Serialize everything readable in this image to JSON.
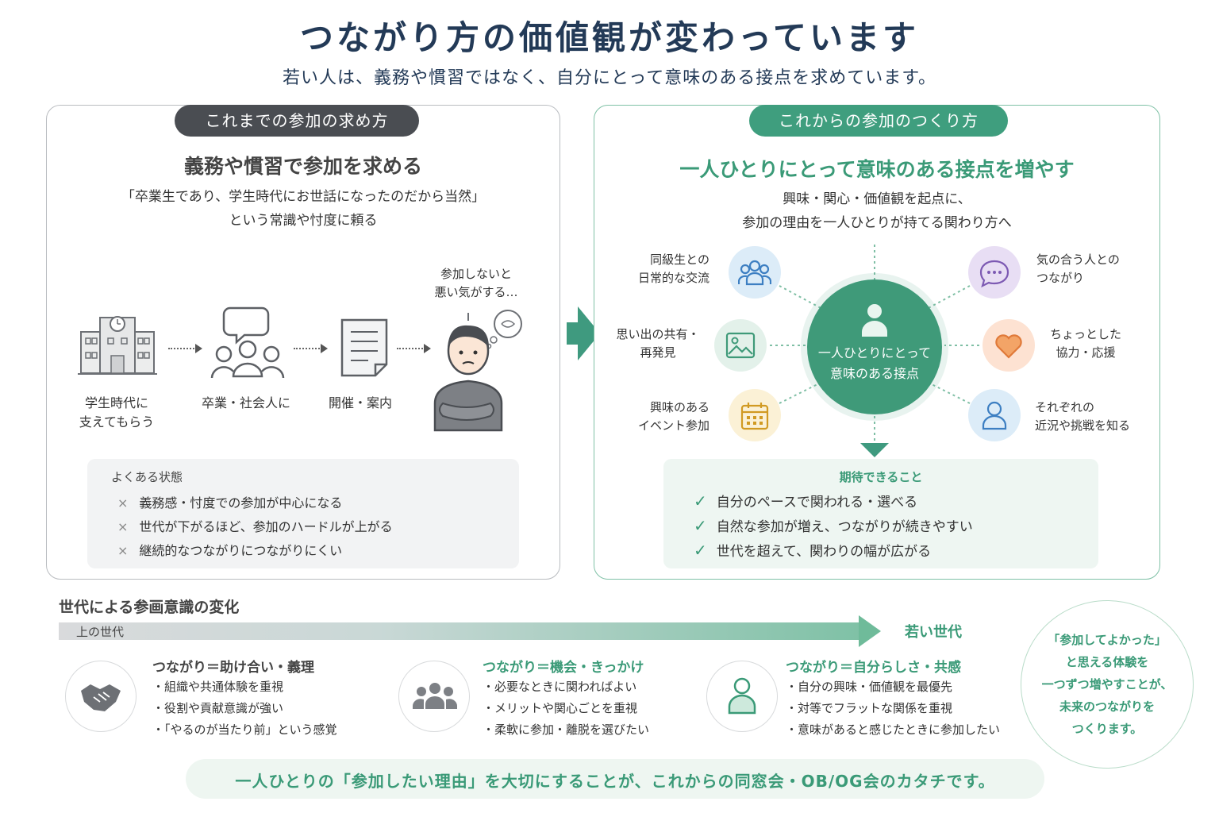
{
  "header": {
    "title": "つながり方の価値観が変わっています",
    "subtitle": "若い人は、義務や慣習ではなく、自分にとって意味のある接点を求めています。"
  },
  "left": {
    "pill": "これまでの参加の求め方",
    "heading": "義務や慣習で参加を求める",
    "quote_line1": "「卒業生であり、学生時代にお世話になったのだから当然」",
    "quote_line2": "という常識や忖度に頼る",
    "flow": [
      {
        "label1": "学生時代に",
        "label2": "支えてもらう",
        "icon": "school-building-icon"
      },
      {
        "label1": "卒業・社会人に",
        "label2": "",
        "icon": "people-speech-icon"
      },
      {
        "label1": "開催・案内",
        "label2": "",
        "icon": "document-icon"
      }
    ],
    "thought1": "参加しないと",
    "thought2": "悪い気がする…",
    "status_title": "よくある状態",
    "status_mark": "×",
    "status_items": [
      "義務感・忖度での参加が中心になる",
      "世代が下がるほど、参加のハードルが上がる",
      "継続的なつながりにつながりにくい"
    ]
  },
  "right": {
    "pill": "これからの参加のつくり方",
    "heading": "一人ひとりにとって意味のある接点を増やす",
    "desc_line1": "興味・関心・価値観を起点に、",
    "desc_line2": "参加の理由を一人ひとりが持てる関わり方へ",
    "hub_line1": "一人ひとりにとって",
    "hub_line2": "意味のある接点",
    "nodes": [
      {
        "line1": "同級生との",
        "line2": "日常的な交流",
        "icon": "group-icon"
      },
      {
        "line1": "思い出の共有・",
        "line2": "再発見",
        "icon": "photo-icon"
      },
      {
        "line1": "興味のある",
        "line2": "イベント参加",
        "icon": "calendar-icon"
      },
      {
        "line1": "気の合う人との",
        "line2": "つながり",
        "icon": "chat-icon"
      },
      {
        "line1": "ちょっとした",
        "line2": "協力・応援",
        "icon": "heart-icon"
      },
      {
        "line1": "それぞれの",
        "line2": "近況や挑戦を知る",
        "icon": "person-icon"
      }
    ],
    "expect_title": "期待できること",
    "check_mark": "✓",
    "expect_items": [
      "自分のペースで関われる・選べる",
      "自然な参加が増え、つながりが続きやすい",
      "世代を超えて、関わりの幅が広がる"
    ]
  },
  "generation": {
    "title": "世代による参画意識の変化",
    "older": "上の世代",
    "younger": "若い世代",
    "bullet": "・",
    "groups": [
      {
        "head": "つながり＝助け合い・義理",
        "color": "#444444",
        "icon": "handshake-icon",
        "items": [
          "組織や共通体験を重視",
          "役割や貢献意識が強い",
          "「やるのが当たり前」という感覚"
        ]
      },
      {
        "head": "つながり＝機会・きっかけ",
        "color": "#3a9a77",
        "icon": "group-icon",
        "items": [
          "必要なときに関わればよい",
          "メリットや関心ごとを重視",
          "柔軟に参加・離脱を選びたい"
        ]
      },
      {
        "head": "つながり＝自分らしさ・共感",
        "color": "#3a9a77",
        "icon": "person-icon",
        "items": [
          "自分の興味・価値観を最優先",
          "対等でフラットな関係を重視",
          "意味があると感じたときに参加したい"
        ]
      }
    ],
    "quote": [
      "「参加してよかった」",
      "と思える体験を",
      "一つずつ増やすことが、",
      "未来のつながりを",
      "つくります。"
    ]
  },
  "footer": "一人ひとりの「参加したい理由」を大切にすることが、これからの同窓会・OB/OG会のカタチです。"
}
